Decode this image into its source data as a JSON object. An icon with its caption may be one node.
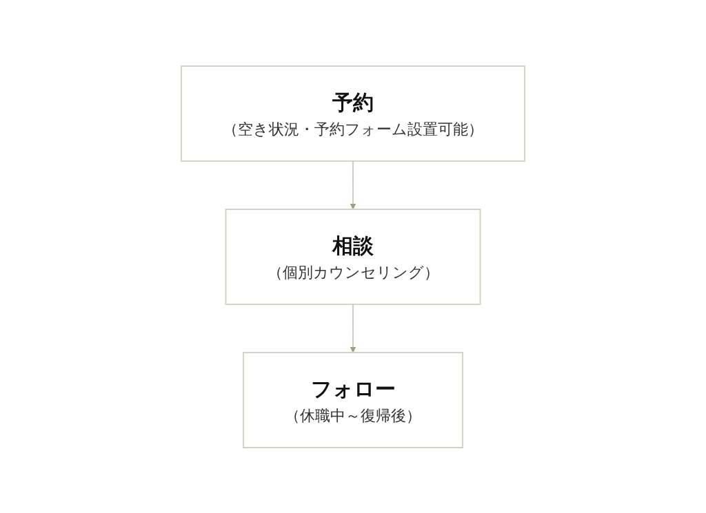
{
  "diagram": {
    "nodes": [
      {
        "text": [
          "予約",
          "（空き状況・予約フォーム設置可能）"
        ]
      },
      {
        "text": [
          "相談",
          "（個別カウンセリング）"
        ]
      },
      {
        "text": [
          "フォロー",
          "（休職中～復帰後）"
        ]
      }
    ],
    "edges": [
      {
        "from": 0,
        "to": 1,
        "arrow": "to"
      },
      {
        "from": 1,
        "to": 2,
        "arrow": "to"
      }
    ]
  }
}
